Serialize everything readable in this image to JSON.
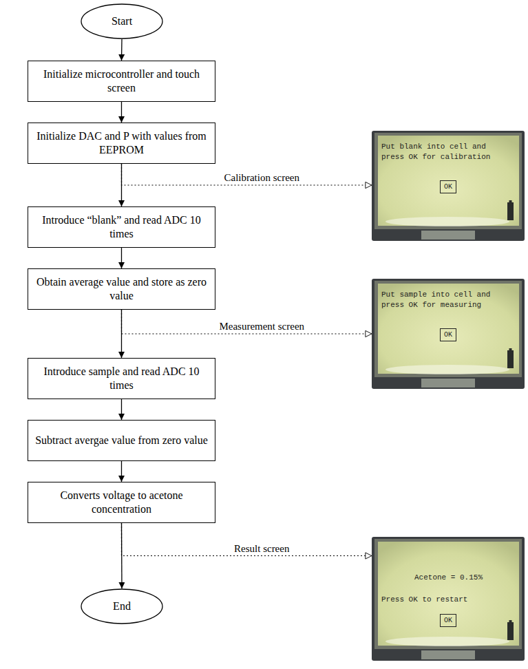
{
  "diagram": {
    "nodes": [
      {
        "text": [
          "Start"
        ]
      },
      {
        "text": [
          "Initialize microcontroller and touch screen"
        ]
      },
      {
        "text": [
          "Initialize DAC and P with values from EEPROM"
        ]
      },
      {
        "text": [
          "Put blank into cell and press OK for calibration"
        ]
      },
      {
        "text": [
          "OK"
        ],
        "in": 3
      },
      {
        "text": [
          "Introduce “blank” and read ADC 10 times"
        ]
      },
      {
        "text": [
          "Obtain average value and store as zero value"
        ]
      },
      {
        "text": [
          "Put sample into cell and press OK for measuring"
        ]
      },
      {
        "text": [
          "OK"
        ],
        "in": 7
      },
      {
        "text": [
          "Introduce sample and read ADC 10 times"
        ]
      },
      {
        "text": [
          "Subtract avergae value from zero value"
        ]
      },
      {
        "text": [
          "Converts voltage to acetone concentration"
        ]
      },
      {
        "text": [
          "Acetone = 0.15%",
          "Press OK to restart"
        ]
      },
      {
        "text": [
          "OK"
        ],
        "in": 12
      },
      {
        "text": [
          "End"
        ]
      }
    ],
    "edges": [
      {
        "from": 0,
        "to": 1,
        "arrow": "to"
      },
      {
        "from": 1,
        "to": 2,
        "arrow": "to"
      },
      {
        "from": 2,
        "to": 5,
        "arrow": "to"
      },
      {
        "from": 2,
        "to": 3,
        "label": "Calibration screen",
        "arrow": "to"
      },
      {
        "from": 5,
        "to": 6,
        "arrow": "to"
      },
      {
        "from": 6,
        "to": 9,
        "arrow": "to"
      },
      {
        "from": 6,
        "to": 7,
        "label": "Measurement screen",
        "arrow": "to"
      },
      {
        "from": 9,
        "to": 10,
        "arrow": "to"
      },
      {
        "from": 10,
        "to": 11,
        "arrow": "to"
      },
      {
        "from": 11,
        "to": 14,
        "arrow": "to"
      },
      {
        "from": 11,
        "to": 12,
        "label": "Result screen",
        "arrow": "to"
      }
    ]
  }
}
